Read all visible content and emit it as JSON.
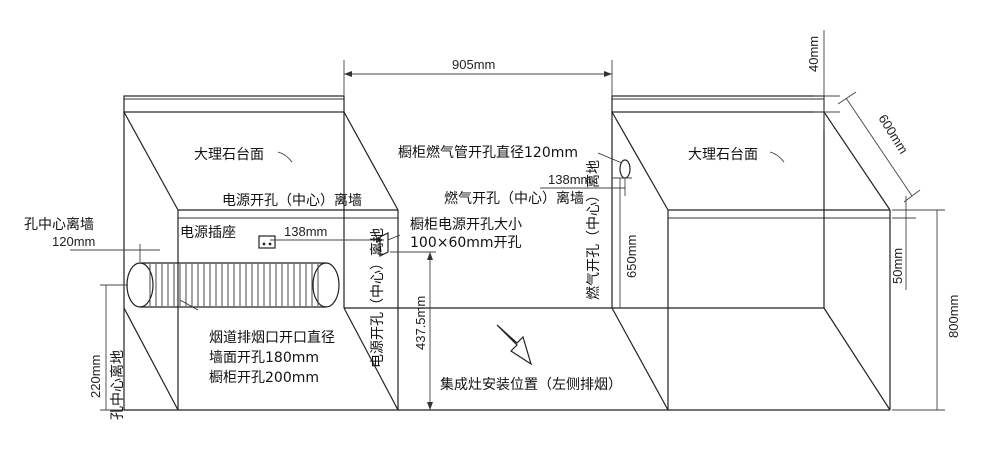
{
  "labels": {
    "marble_top_left": "大理石台面",
    "marble_top_right": "大理石台面",
    "power_hole_to_wall": "电源开孔（中心）离墙",
    "hole_center_to_wall": "孔中心离墙",
    "power_socket": "电源插座",
    "cabinet_power_hole_line1": "橱柜电源开孔大小",
    "cabinet_power_hole_line2": "100×60mm开孔",
    "gas_pipe_hole": "橱柜燃气管开孔直径120mm",
    "gas_hole_to_wall": "燃气开孔（中心）离墙",
    "gas_hole_to_floor": "燃气开孔（中心）离地",
    "power_hole_to_floor": "电源开孔（中心）离地",
    "flue_line1": "烟道排烟口开口直径",
    "flue_line2": "墙面开孔180mm",
    "flue_line3": "橱柜开孔200mm",
    "hole_center_to_floor": "孔中心离地",
    "install_position": "集成灶安装位置（左侧排烟）"
  },
  "dimensions": {
    "gap_width": "905mm",
    "top_thickness": "40mm",
    "depth": "600mm",
    "hole_wall_left": "120mm",
    "power_wall": "138mm",
    "gas_wall": "138mm",
    "gas_height": "650mm",
    "power_height": "437.5mm",
    "hole_height": "220mm",
    "counter_step": "50mm",
    "cabinet_height": "800mm"
  }
}
